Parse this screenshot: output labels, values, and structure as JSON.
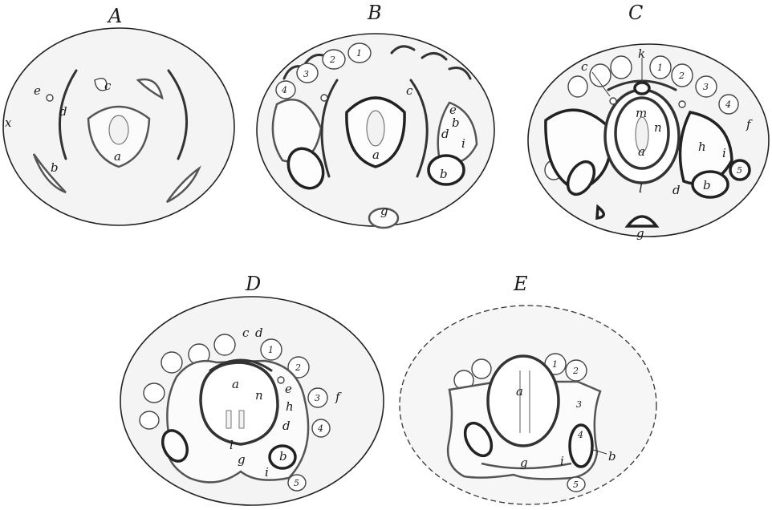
{
  "panels": {
    "A": {
      "title": "A",
      "labels": {
        "a": "a",
        "b": "b",
        "c": "c",
        "d": "d",
        "e": "e",
        "x": "x"
      }
    },
    "B": {
      "title": "B",
      "labels": {
        "a": "a",
        "b": "b",
        "c": "c",
        "d": "d",
        "e": "e",
        "g": "g",
        "i": "i",
        "bp": "b"
      },
      "numbers": [
        "1",
        "2",
        "3",
        "4"
      ]
    },
    "C": {
      "title": "C",
      "labels": {
        "a": "a",
        "b": "b",
        "c": "c",
        "d": "d",
        "f": "f",
        "g": "g",
        "h": "h",
        "i": "i",
        "k": "k",
        "l": "l",
        "m": "m",
        "n": "n"
      },
      "numbers": [
        "1",
        "2",
        "3",
        "4",
        "5"
      ]
    },
    "D": {
      "title": "D",
      "labels": {
        "a": "a",
        "b": "b",
        "c": "c",
        "d": "d",
        "d2": "d",
        "e": "e",
        "f": "f",
        "g": "g",
        "h": "h",
        "i": "i",
        "l": "l",
        "n": "n"
      },
      "numbers": [
        "1",
        "2",
        "3",
        "4",
        "5"
      ]
    },
    "E": {
      "title": "E",
      "labels": {
        "a": "a",
        "b": "b",
        "g": "g",
        "i": "i"
      },
      "numbers": [
        "1",
        "2",
        "3",
        "4",
        "5"
      ]
    }
  }
}
